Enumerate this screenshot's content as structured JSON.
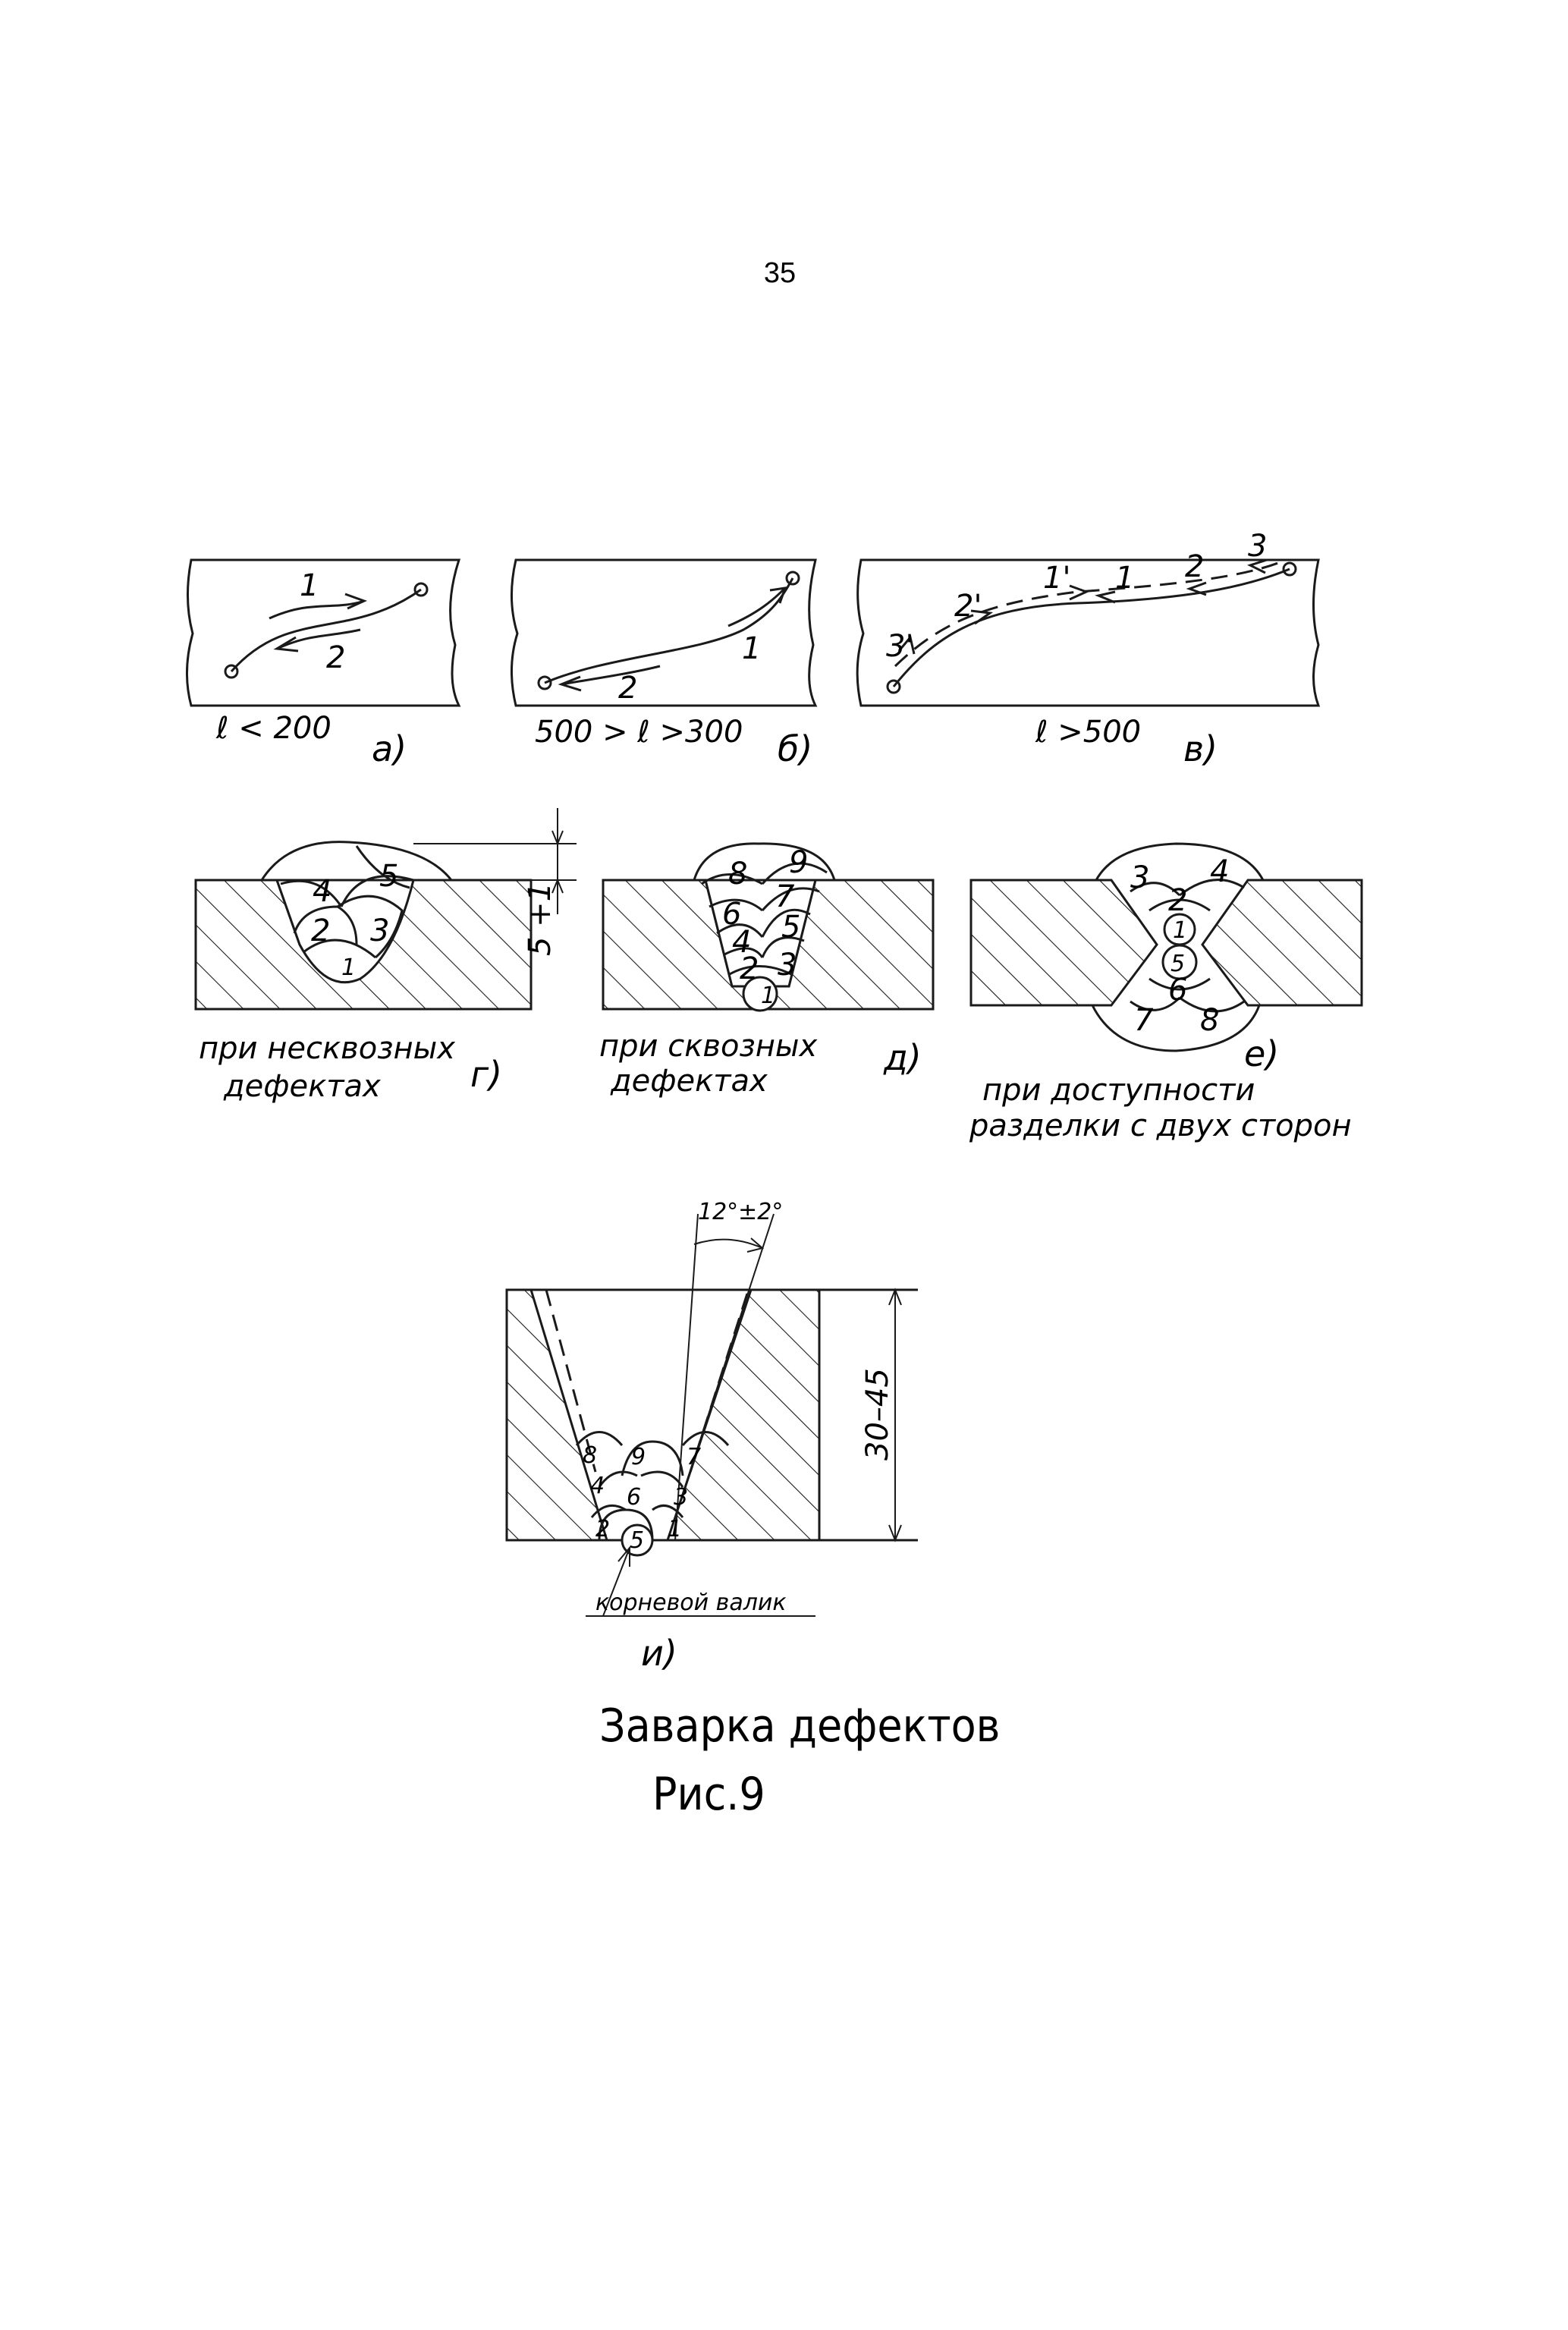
{
  "page": {
    "number": "35"
  },
  "panel_a": {
    "pass_labels": [
      "1",
      "2"
    ],
    "condition": "ℓ < 200",
    "letter": "а)"
  },
  "panel_b": {
    "pass_labels": [
      "1",
      "2"
    ],
    "condition": "500 > ℓ >300",
    "letter": "б)"
  },
  "panel_c": {
    "pass_labels": [
      "3'",
      "2'",
      "1'",
      "1",
      "2",
      "3"
    ],
    "condition": "ℓ >500",
    "letter": "в)"
  },
  "panel_d": {
    "bead_labels": [
      "1",
      "2",
      "3",
      "4",
      "5"
    ],
    "dimension": "5 +1",
    "caption": [
      "при несквозных",
      "дефектах"
    ],
    "letter": "г)"
  },
  "panel_e": {
    "bead_labels": [
      "1",
      "2",
      "3",
      "4",
      "5",
      "6",
      "7",
      "8",
      "9"
    ],
    "caption": [
      "при сквозных",
      "дефектах"
    ],
    "letter": "д)"
  },
  "panel_f": {
    "bead_labels": [
      "1",
      "2",
      "3",
      "4",
      "5",
      "6",
      "7",
      "8"
    ],
    "caption": [
      "при доступности",
      "разделки с двух сторон"
    ],
    "letter": "е)"
  },
  "panel_i": {
    "bead_labels": [
      "1",
      "2",
      "3",
      "4",
      "5",
      "6",
      "7",
      "8",
      "9"
    ],
    "angle": "12°±2°",
    "thickness": "30–45",
    "root_bead_label": "корневой валик",
    "letter": "и)"
  },
  "figure": {
    "title": "Заварка дефектов",
    "number": "Рис.9"
  },
  "colors": {
    "ink": "#1a1a1a",
    "paper": "#ffffff"
  }
}
